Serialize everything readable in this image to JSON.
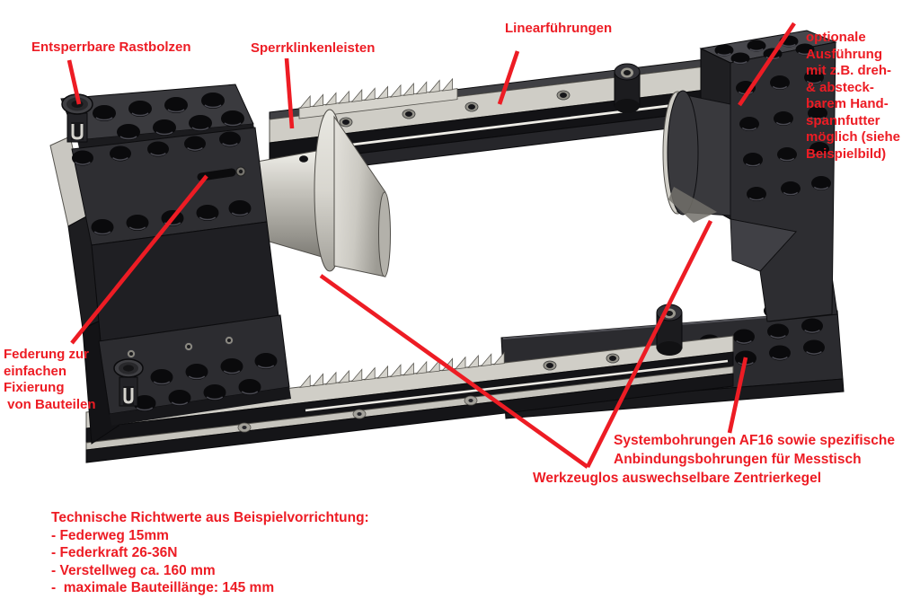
{
  "colors": {
    "annotation_red": "#ed1c24",
    "frame_dark": "#2b2b2f",
    "metal_light": "#d0cec7",
    "background": "#ffffff"
  },
  "annotations": {
    "rastbolzen": "Entsperrbare Rastbolzen",
    "sperrklinkenleisten": "Sperrklinkenleisten",
    "linearfuehrungen": "Linearführungen",
    "optionale_ausfuehrung": "optionale\nAusführung\nmit z.B. dreh-\n& absteck-\nbarem Hand-\nspannfutter\nmöglich (siehe\nBeispielbild)",
    "federung": "Federung zur\neinfachen\nFixierung\n von Bauteilen",
    "systembohrungen": "Systembohrungen AF16 sowie spezifische\nAnbindungsbohrungen für Messtisch",
    "zentrierkegel": "Werkzeuglos auswechselbare Zentrierkegel",
    "technische_richtwerte": "Technische Richtwerte aus Beispielvorrichtung:\n- Federweg 15mm\n- Federkraft 26-36N\n- Verstellweg ca. 160 mm\n-  maximale Bauteillänge: 145 mm"
  }
}
